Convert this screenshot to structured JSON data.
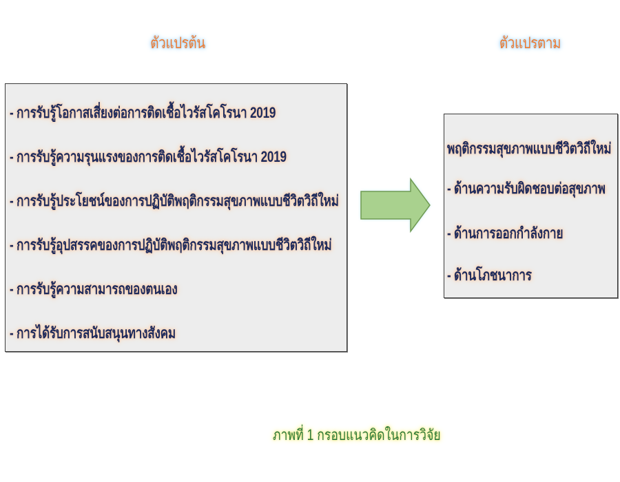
{
  "headings": {
    "independent": "ตัวแปรต้น",
    "dependent": "ตัวแปรตาม"
  },
  "independent_variables": [
    "- การรับรู้โอกาสเสี่ยงต่อการติดเชื้อไวรัสโคโรนา 2019",
    "- การรับรู้ความรุนแรงของการติดเชื้อไวรัสโคโรนา 2019",
    "- การรับรู้ประโยชน์ของการปฏิบัติพฤติกรรมสุขภาพแบบชีวิตวิถีใหม่",
    "- การรับรู้อุปสรรคของการปฏิบัติพฤติกรรมสุขภาพแบบชีวิตวิถีใหม่",
    "- การรับรู้ความสามารถของตนเอง",
    "- การได้รับการสนับสนุนทางสังคม"
  ],
  "dependent_variable": {
    "title": "พฤติกรรมสุขภาพแบบชีวิตวิถีใหม่",
    "items": [
      "- ด้านความรับผิดชอบต่อสุขภาพ",
      "- ด้านการออกกำลังกาย",
      "- ด้านโภชนาการ"
    ]
  },
  "arrow": {
    "icon": "right-arrow-icon",
    "fill": "#a9d18e",
    "stroke": "#6f9a52",
    "glow": "#7fd3f0"
  },
  "caption": "ภาพที่ 1 กรอบแนวคิดในการวิจัย",
  "colors": {
    "heading_text": "#ee7b30",
    "item_text": "#1d2a5c",
    "box_bg": "#ededed",
    "caption_text": "#2e7a3a"
  }
}
